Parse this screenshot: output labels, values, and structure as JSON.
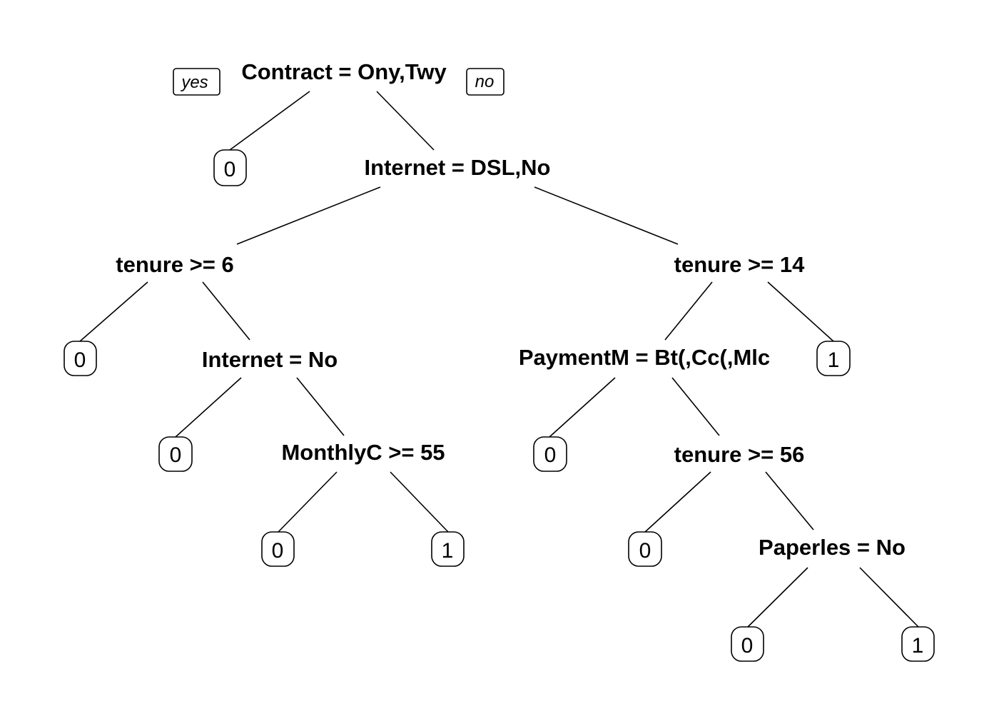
{
  "branch_labels": {
    "left": "yes",
    "right": "no"
  },
  "splits": {
    "root": "Contract = Ony,Twy",
    "internet_dsl_no": "Internet = DSL,No",
    "tenure_6": "tenure >= 6",
    "tenure_14": "tenure >= 14",
    "internet_no": "Internet = No",
    "payment": "PaymentM = Bt(,Cc(,Mlc",
    "monthly_55": "MonthlyC >= 55",
    "tenure_56": "tenure >= 56",
    "paperless": "Paperles = No"
  },
  "leaves": {
    "contract_yes": "0",
    "tenure6_yes": "0",
    "internetno_yes": "0",
    "monthly_yes": "0",
    "monthly_no": "1",
    "payment_yes": "0",
    "tenure14_no": "1",
    "tenure56_yes": "0",
    "paperless_yes": "0",
    "paperless_no": "1"
  },
  "colors": {
    "line": "#000000",
    "background": "#ffffff"
  }
}
